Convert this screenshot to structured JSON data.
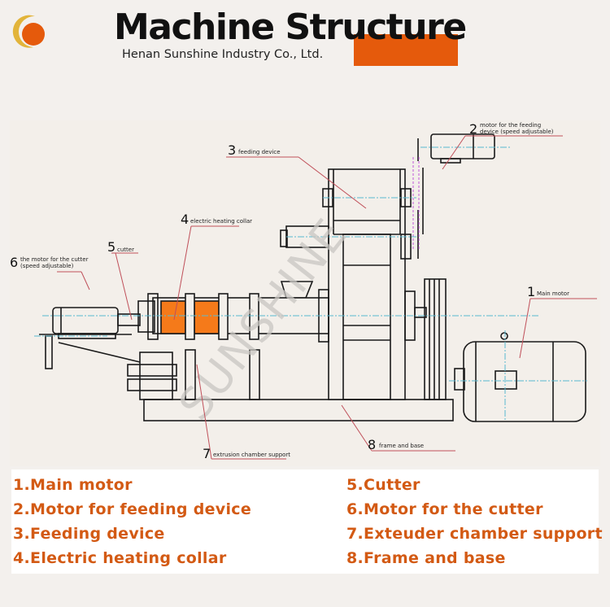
{
  "header": {
    "title": "Machine Structure",
    "subtitle": "Henan Sunshine Industry Co., Ltd.",
    "logo_icon": "sun-logo-icon",
    "accent_color": "#e55a0c",
    "logo_ring_color": "#e2b43a"
  },
  "diagram": {
    "watermark": "SUNSHINE",
    "labels": [
      {
        "num": "1",
        "text": "Main motor"
      },
      {
        "num": "2",
        "text_lines": [
          "motor for the feeding",
          "device (speed adjustable)"
        ]
      },
      {
        "num": "3",
        "text": "feeding device"
      },
      {
        "num": "4",
        "text": "electric heating collar"
      },
      {
        "num": "5",
        "text": "cutter"
      },
      {
        "num": "6",
        "text_lines": [
          "the motor for the cutter",
          "(speed adjustable)"
        ]
      },
      {
        "num": "7",
        "text": "extrusion chamber support"
      },
      {
        "num": "8",
        "text": "frame and base"
      }
    ],
    "leader_color": "#c0505a",
    "centerline_color": "#5ab9d0",
    "heater_color": "#f57a1a"
  },
  "legend": {
    "left": [
      "1.Main motor",
      "2.Motor for feeding device",
      "3.Feeding device",
      "4.Electric heating collar"
    ],
    "right": [
      "5.Cutter",
      "6.Motor for the cutter",
      "7.Exteuder chamber support",
      "8.Frame and base"
    ],
    "text_color": "#d35a14"
  }
}
